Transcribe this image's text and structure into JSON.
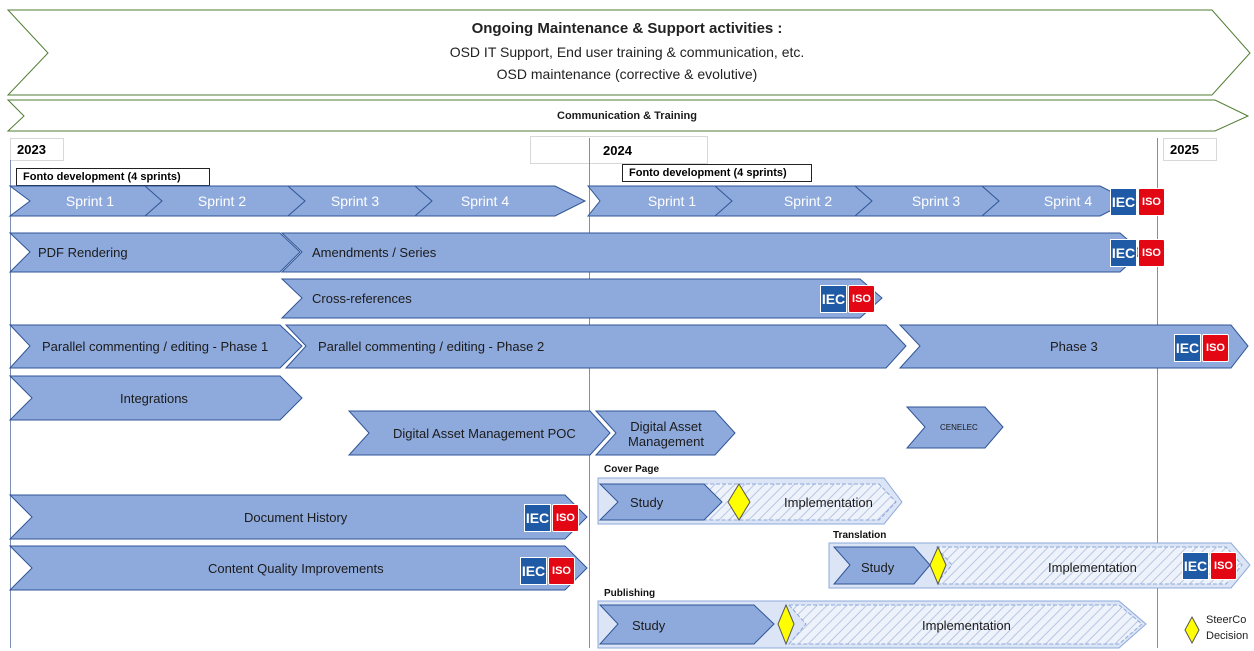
{
  "banner": {
    "title": "Ongoing Maintenance & Support activities :",
    "line2": "OSD IT Support, End user training & communication, etc.",
    "line3": "OSD maintenance (corrective & evolutive)"
  },
  "comm_bar": "Communication & Training",
  "years": [
    "2023",
    "2024",
    "2025"
  ],
  "fonto_label": "Fonto development (4 sprints)",
  "sprints": [
    "Sprint 1",
    "Sprint 2",
    "Sprint 3",
    "Sprint 4"
  ],
  "bars": {
    "pdf": "PDF Rendering",
    "amend": "Amendments / Series",
    "crossref": "Cross-references",
    "parallel1": "Parallel commenting / editing - Phase 1",
    "parallel2": "Parallel commenting / editing - Phase 2",
    "phase3": "Phase 3",
    "integrations": "Integrations",
    "dam_poc": "Digital Asset Management POC",
    "dam": "Digital Asset Management",
    "cenelec": "CENELEC",
    "doc_history": "Document History",
    "content_quality": "Content Quality Improvements"
  },
  "sections": {
    "cover": "Cover Page",
    "translation": "Translation",
    "publishing": "Publishing"
  },
  "study": "Study",
  "implementation": "Implementation",
  "badge": {
    "iec": "IEC",
    "iso": "ISO"
  },
  "legend": {
    "line1": "SteerCo",
    "line2": "Decision"
  },
  "colors": {
    "bar_fill": "#8ea9db",
    "bar_stroke": "#2f5597",
    "banner_stroke": "#507e32",
    "diamond": "#ffff00"
  }
}
